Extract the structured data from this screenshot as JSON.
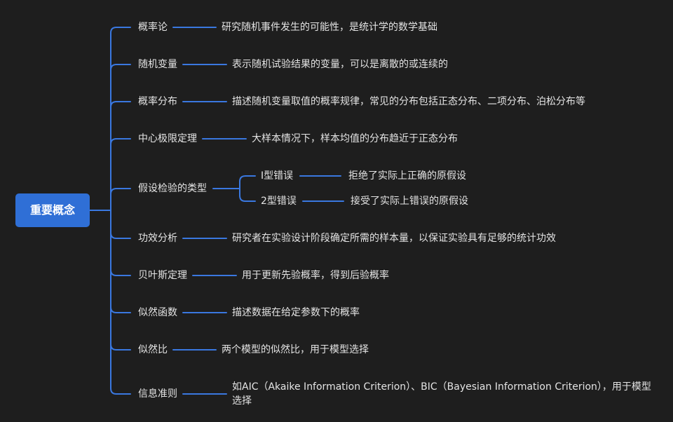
{
  "root": {
    "label": "重要概念"
  },
  "branches": [
    {
      "label": "概率论",
      "desc": "研究随机事件发生的可能性，是统计学的数学基础"
    },
    {
      "label": "随机变量",
      "desc": "表示随机试验结果的变量，可以是离散的或连续的"
    },
    {
      "label": "概率分布",
      "desc": "描述随机变量取值的概率规律，常见的分布包括正态分布、二项分布、泊松分布等"
    },
    {
      "label": "中心极限定理",
      "desc": "大样本情况下，样本均值的分布趋近于正态分布"
    },
    {
      "label": "假设检验的类型",
      "children": [
        {
          "label": "I型错误",
          "desc": "拒绝了实际上正确的原假设"
        },
        {
          "label": "2型错误",
          "desc": "接受了实际上错误的原假设"
        }
      ]
    },
    {
      "label": "功效分析",
      "desc": "研究者在实验设计阶段确定所需的样本量，以保证实验具有足够的统计功效"
    },
    {
      "label": "贝叶斯定理",
      "desc": "用于更新先验概率，得到后验概率"
    },
    {
      "label": "似然函数",
      "desc": "描述数据在给定参数下的概率"
    },
    {
      "label": "似然比",
      "desc": "两个模型的似然比，用于模型选择"
    },
    {
      "label": "信息准则",
      "desc": "如AIC（Akaike Information Criterion）、BIC（Bayesian Information Criterion），用于模型选择"
    }
  ],
  "colors": {
    "background": "#1e1e1e",
    "root_fill": "#2f6fd6",
    "connector": "#3a78e0",
    "text": "#e4e4e4"
  }
}
